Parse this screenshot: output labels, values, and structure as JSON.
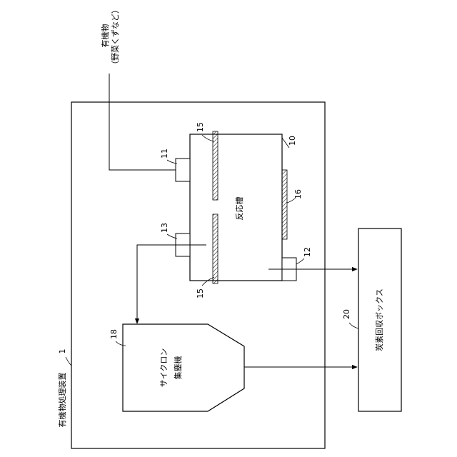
{
  "apparatus": {
    "number": "1",
    "name": "有機物処理装置"
  },
  "input": {
    "line1": "有機物",
    "line2": "（野菜くずなど）"
  },
  "reactor": {
    "number": "10",
    "label": "反応槽"
  },
  "ports": {
    "inlet_number": "11",
    "outlet_number": "12",
    "gas_port_number": "13"
  },
  "baffle": {
    "number": "15"
  },
  "heater": {
    "number": "16"
  },
  "cyclone": {
    "number": "18",
    "line1": "サイクロン",
    "line2": "集塵機"
  },
  "carbon_box": {
    "number": "20",
    "label": "炭素回収ボックス"
  }
}
